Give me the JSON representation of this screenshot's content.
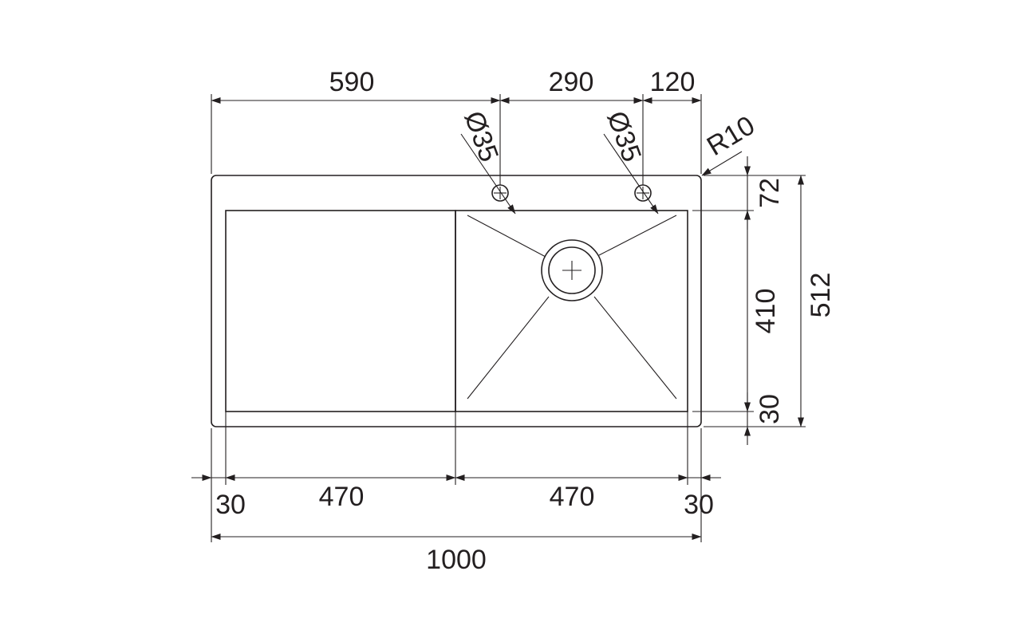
{
  "dimensions": {
    "top_left_span": "590",
    "top_mid_span": "290",
    "top_right_span": "120",
    "hole_left": "Ø35",
    "hole_right": "Ø35",
    "corner_radius": "R10",
    "right_top_gap": "72",
    "right_bowl_depth": "410",
    "right_bottom_gap": "30",
    "right_overall": "512",
    "bottom_left_margin": "30",
    "bottom_drainer": "470",
    "bottom_bowl": "470",
    "bottom_right_margin": "30",
    "bottom_overall": "1000"
  },
  "colors": {
    "line": "#231f20",
    "background": "#ffffff"
  }
}
